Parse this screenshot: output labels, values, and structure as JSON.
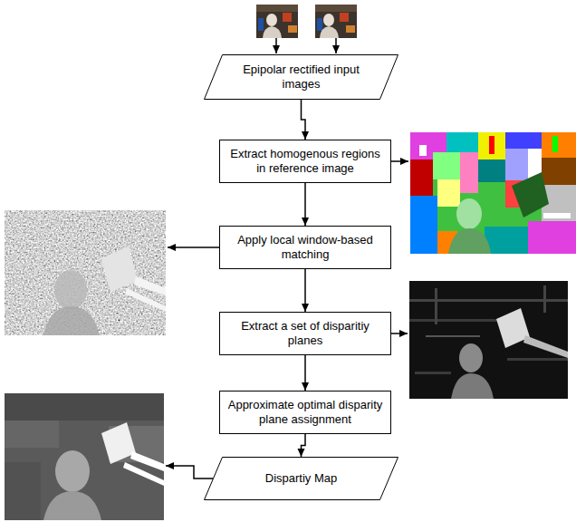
{
  "diagram": {
    "nodes": [
      {
        "text": [
          "Epipolar rectified input images"
        ]
      },
      {
        "text": [
          "Extract homogenous regions in reference image"
        ]
      },
      {
        "text": [
          "Apply local window-based matching"
        ]
      },
      {
        "text": [
          "Extract a set of disparitiy planes"
        ]
      },
      {
        "text": [
          "Approximate optimal disparity plane assignment"
        ]
      },
      {
        "text": [
          "Dispartiy Map"
        ]
      }
    ],
    "edges": [
      {
        "from": 0,
        "to": 1,
        "arrow": "to"
      },
      {
        "from": 1,
        "to": 2,
        "arrow": "to"
      },
      {
        "from": 2,
        "to": 3,
        "arrow": "to"
      },
      {
        "from": 3,
        "to": 4,
        "arrow": "to"
      },
      {
        "from": 4,
        "to": 5,
        "arrow": "to"
      }
    ]
  }
}
